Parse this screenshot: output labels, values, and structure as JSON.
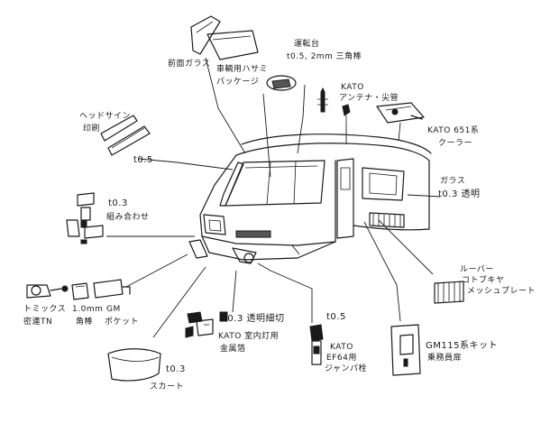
{
  "labels": {
    "front_glass": "前面ガラス",
    "wiper_pack": [
      "車輌用ハサミ",
      "パッケージ"
    ],
    "cab": [
      "運転台",
      "t0.5, 2mm 三角棒"
    ],
    "antenna": [
      "KATO",
      "アンテナ・尖管"
    ],
    "cooler": [
      "KATO 651系",
      "クーラー"
    ],
    "headsign": [
      "ヘッドサイン",
      "印刷"
    ],
    "t05_roof": "t0.5",
    "t03_combo": [
      "t0.3",
      "組み合わせ"
    ],
    "glass": [
      "ガラス",
      "t0.3 透明"
    ],
    "louver": [
      "ルーバー",
      "コトブキヤ",
      "メッシュプレート"
    ],
    "tomix": [
      "トミックス",
      "密連TN"
    ],
    "angle": [
      "1.0mm",
      "角棒"
    ],
    "gm_pocket": [
      "GM",
      "ポケット"
    ],
    "t03_clear": "t0.3 透明細切",
    "kato_foil": [
      "KATO 室内灯用",
      "金属箔"
    ],
    "t05_bottom": "t0.5",
    "kato_jumper": [
      "KATO",
      "EF64用",
      "ジャンパ栓"
    ],
    "gm_kit": [
      "GM115系キット",
      "乗務員扉"
    ],
    "skirt": [
      "t0.3",
      "スカート"
    ]
  }
}
